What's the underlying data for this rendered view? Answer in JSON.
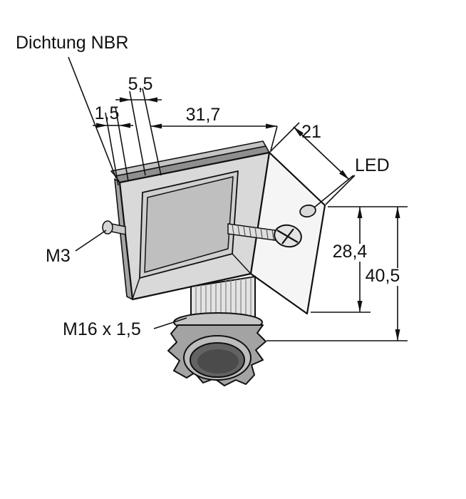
{
  "drawing": {
    "labels": {
      "seal": "Dichtung NBR",
      "led": "LED",
      "screw": "M3",
      "thread_size": "M16 x 1,5"
    },
    "dimensions": {
      "cover_thickness": "5,5",
      "seal_thickness": "1,5",
      "body_width": "31,7",
      "body_depth": "21",
      "height_to_flange": "28,4",
      "total_height": "40,5"
    },
    "colors": {
      "line": "#111111",
      "body_front": "#d9d9d9",
      "body_side": "#f5f5f5",
      "seal_edge": "#8f8f8f",
      "nut": "#a3a3a3",
      "opening": "#4b4b4b",
      "background": "#ffffff"
    }
  }
}
